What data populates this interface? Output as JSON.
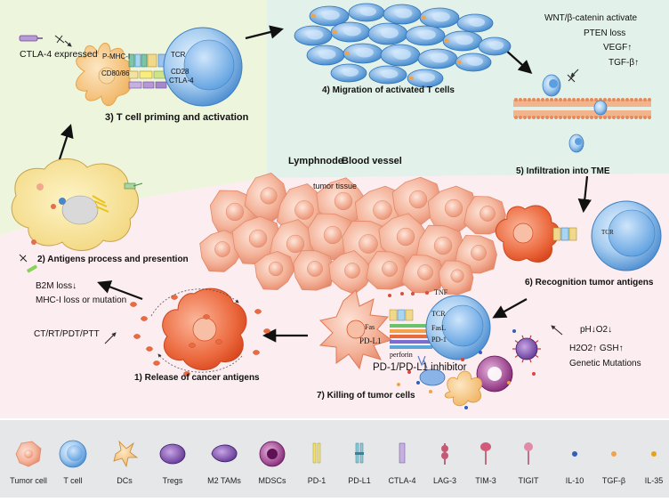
{
  "regions": {
    "lymphnode": "Lymphnode",
    "blood_vessel": "Blood vessel",
    "tumor_tissue": "tumor tissue"
  },
  "steps": {
    "s1": "1) Release of cancer antigens",
    "s2": "2) Antigens process and presention",
    "s3": "3) T cell priming  and  activation",
    "s4": "4) Migration of activated T cells",
    "s5": "5) Infiltration into TME",
    "s6": "6) Recognition tumor antigens",
    "s7": "7) Killing  of tumor cells"
  },
  "priming": {
    "ctla4_expressed": "CTLA-4 expressed",
    "pmhc": "P-MHC-I",
    "cd8086": "CD80/86",
    "tcr": "TCR",
    "cd28": "CD28",
    "ctla4": "CTLA-4"
  },
  "tme_factors": {
    "wnt": "WNT/β-catenin activate",
    "pten": "PTEN loss",
    "vegf": "VEGF↑",
    "tgfb": "TGF-β↑"
  },
  "apc_factors": {
    "b2m": "B2M loss↓",
    "mhc": "MHC-I loss or mutation"
  },
  "therapy": "CT/RT/PDT/PTT",
  "recognition_tcr": "TCR",
  "killing": {
    "tnf": "TNF",
    "tcr": "TCR",
    "fas": "Fas",
    "fasl": "FasL",
    "pdl1": "PD-L1",
    "pd1": "PD-1",
    "perforin": "perforin",
    "inhibitor": "PD-1/PD-L1 inhibitor"
  },
  "microenv": {
    "ph": "pH↓O2↓",
    "h2o2": "H2O2↑ GSH↑",
    "genetic": "Genetic Mutations"
  },
  "legend": [
    {
      "label": "Tumor cell",
      "icon": "tumor-cell"
    },
    {
      "label": "T cell",
      "icon": "t-cell"
    },
    {
      "label": "DCs",
      "icon": "dendritic-cell"
    },
    {
      "label": "Tregs",
      "icon": "treg-cell"
    },
    {
      "label": "M2 TAMs",
      "icon": "m2-tam"
    },
    {
      "label": "MDSCs",
      "icon": "mdsc"
    },
    {
      "label": "PD-1",
      "icon": "pd1-receptor"
    },
    {
      "label": "PD-L1",
      "icon": "pdl1-ligand"
    },
    {
      "label": "CTLA-4",
      "icon": "ctla4-receptor"
    },
    {
      "label": "LAG-3",
      "icon": "lag3-receptor"
    },
    {
      "label": "TIM-3",
      "icon": "tim3-receptor"
    },
    {
      "label": "TIGIT",
      "icon": "tigit-receptor"
    },
    {
      "label": "IL-10",
      "icon": "il10-cytokine"
    },
    {
      "label": "TGF-β",
      "icon": "tgfb-cytokine"
    },
    {
      "label": "IL-35",
      "icon": "il35-cytokine"
    }
  ],
  "colors": {
    "lymph_bg": "#eef4dc",
    "vessel_bg": "#e3f1ea",
    "tissue_bg": "#fcecef",
    "legend_bg": "#e7e8ea",
    "tumor": "#f2a88e",
    "tcell": "#7cb4e6"
  }
}
